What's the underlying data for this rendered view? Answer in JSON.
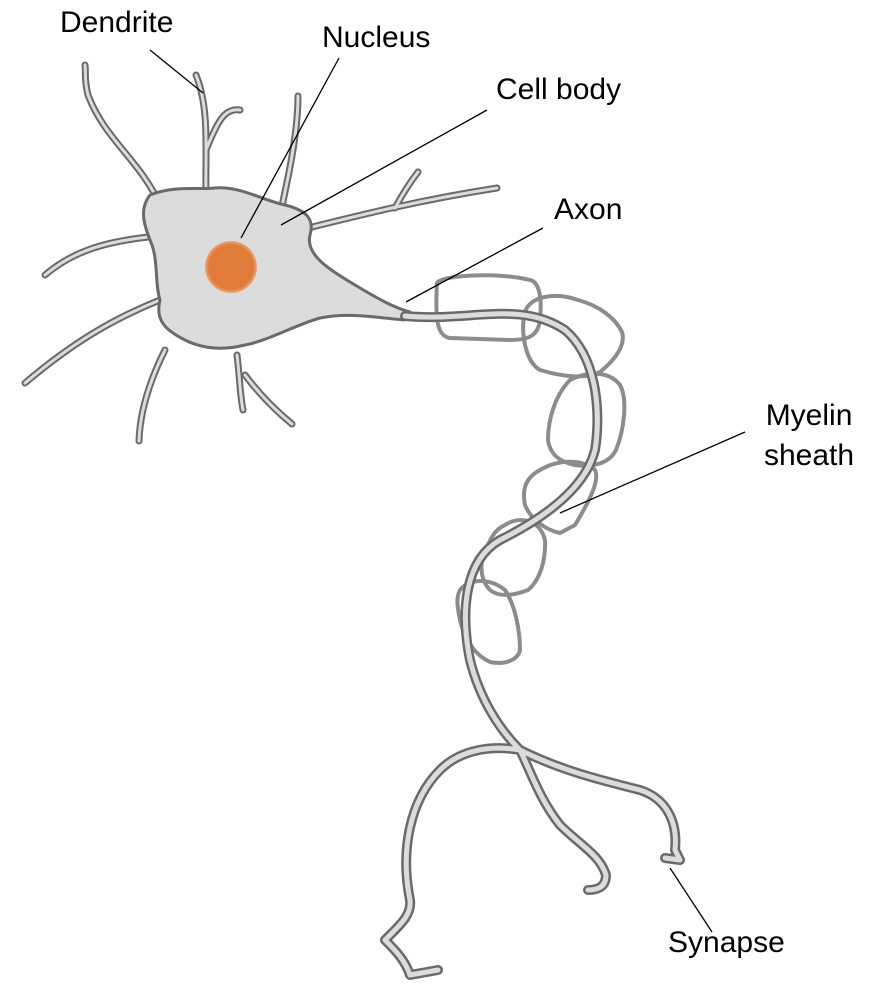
{
  "labels": {
    "dendrite": "Dendrite",
    "nucleus": "Nucleus",
    "cell_body": "Cell body",
    "axon": "Axon",
    "myelin_line1": "Myelin",
    "myelin_line2": "sheath",
    "synapse": "Synapse"
  },
  "colors": {
    "cell_fill": "#dcdcdc",
    "cell_outline": "#6a6a6a",
    "nucleus": "#e07b39",
    "myelin_outline": "#8c8c8c",
    "leader_line": "#000000",
    "text": "#000000"
  }
}
